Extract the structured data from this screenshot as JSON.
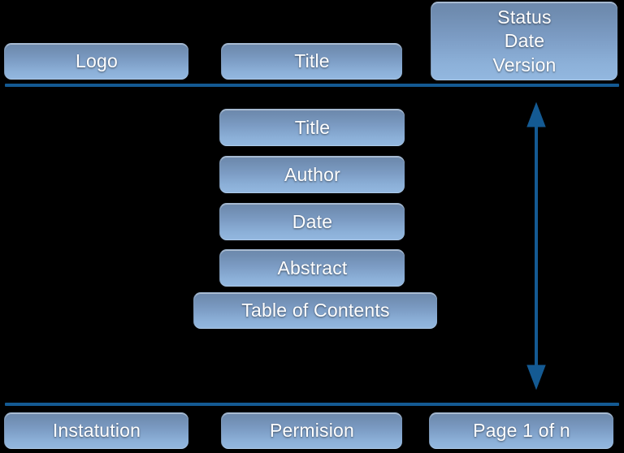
{
  "page": {
    "background_color": "#000000",
    "accent_color": "#145a93",
    "box_gradient_top": "#6d89ac",
    "box_gradient_bottom": "#93b8e0",
    "text_color": "#ffffff"
  },
  "header": {
    "boxes": [
      {
        "name": "logo",
        "label": "Logo"
      },
      {
        "name": "title",
        "label": "Title"
      }
    ],
    "meta_box": {
      "name": "status-date-version",
      "line1": "Status",
      "line2": "Date",
      "line3": "Version"
    },
    "divider": {
      "name": "header-divider",
      "color": "#145a93"
    }
  },
  "body": {
    "boxes": [
      {
        "name": "title",
        "label": "Title"
      },
      {
        "name": "author",
        "label": "Author"
      },
      {
        "name": "date",
        "label": "Date"
      },
      {
        "name": "abstract",
        "label": "Abstract"
      },
      {
        "name": "table-of-contents",
        "label": "Table of Contents"
      }
    ],
    "range_arrow": {
      "name": "vertical-extent-arrow",
      "direction": "double",
      "color": "#145a93"
    }
  },
  "footer": {
    "divider": {
      "name": "footer-divider",
      "color": "#145a93"
    },
    "boxes": [
      {
        "name": "instatution",
        "label": "Instatution"
      },
      {
        "name": "permision",
        "label": "Permision"
      },
      {
        "name": "page-indicator",
        "label": "Page 1 of n"
      }
    ]
  }
}
